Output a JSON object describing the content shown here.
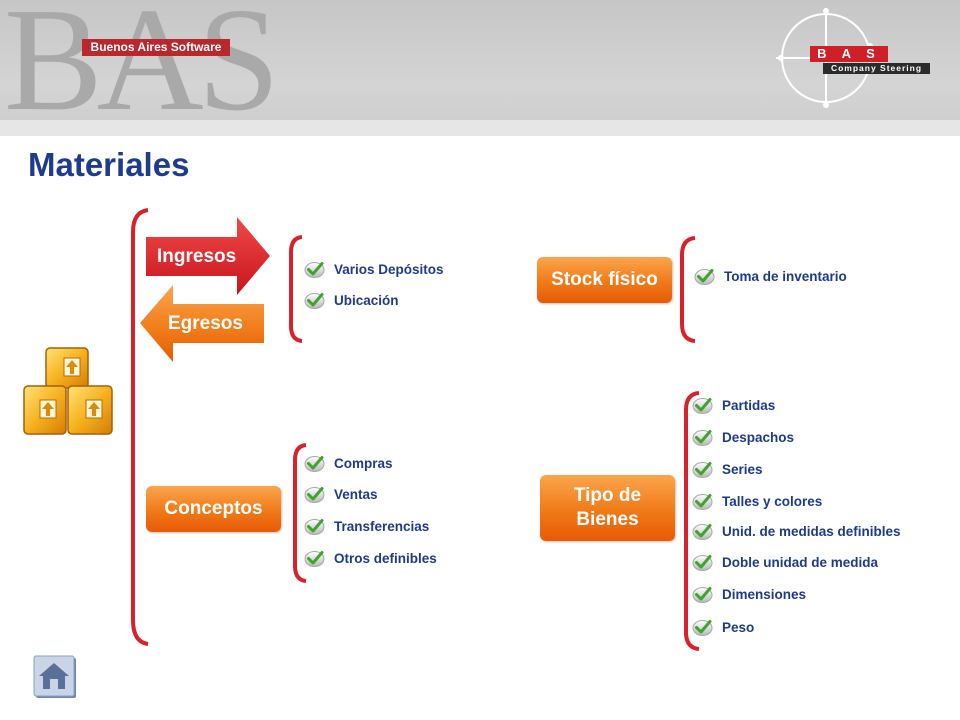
{
  "header": {
    "big_letters": "BAS",
    "brand": "Buenos Aires Software",
    "logo_name": "B A S",
    "logo_tagline": "Company Steering"
  },
  "page": {
    "title": "Materiales"
  },
  "colors": {
    "title": "#1d3c8c",
    "label": "#1e3a8a",
    "red": "#d8222b",
    "orange": "#f07a17"
  },
  "flow": {
    "ingresos": "Ingresos",
    "egresos": "Egresos",
    "conceptos": "Conceptos"
  },
  "ingresos_items": [
    "Varios Depósitos",
    "Ubicación"
  ],
  "conceptos_items": [
    "Compras",
    "Ventas",
    "Transferencias",
    "Otros definibles"
  ],
  "stock": {
    "label": "Stock físico",
    "items": [
      "Toma de inventario"
    ]
  },
  "tipo": {
    "label_line1": "Tipo de",
    "label_line2": "Bienes",
    "items": [
      "Partidas",
      "Despachos",
      "Series",
      "Talles y colores",
      "Unid. de medidas definibles",
      "Doble unidad de medida",
      "Dimensiones",
      "Peso"
    ]
  },
  "icons": {
    "materials": "boxes-icon",
    "check": "check-icon",
    "home": "home-icon"
  }
}
